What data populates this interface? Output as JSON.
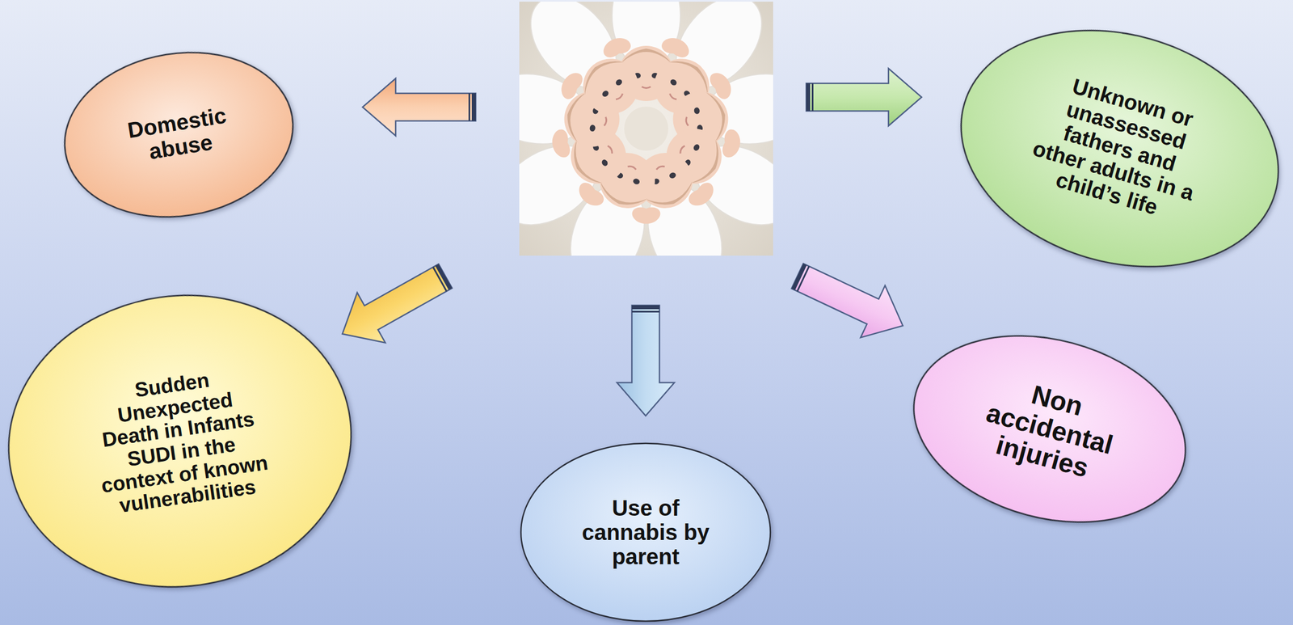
{
  "diagram": {
    "nodes": [
      {
        "text": [
          "Domestic abuse"
        ]
      },
      {
        "text": [
          "Unknown or unassessed fathers and other adults in a child’s life"
        ]
      },
      {
        "text": [
          "Sudden Unexpected Death in Infants SUDI in the context of known vulnerabilities"
        ]
      },
      {
        "text": [
          "Use of cannabis by parent"
        ]
      },
      {
        "text": [
          "Non accidental injuries"
        ]
      }
    ]
  }
}
